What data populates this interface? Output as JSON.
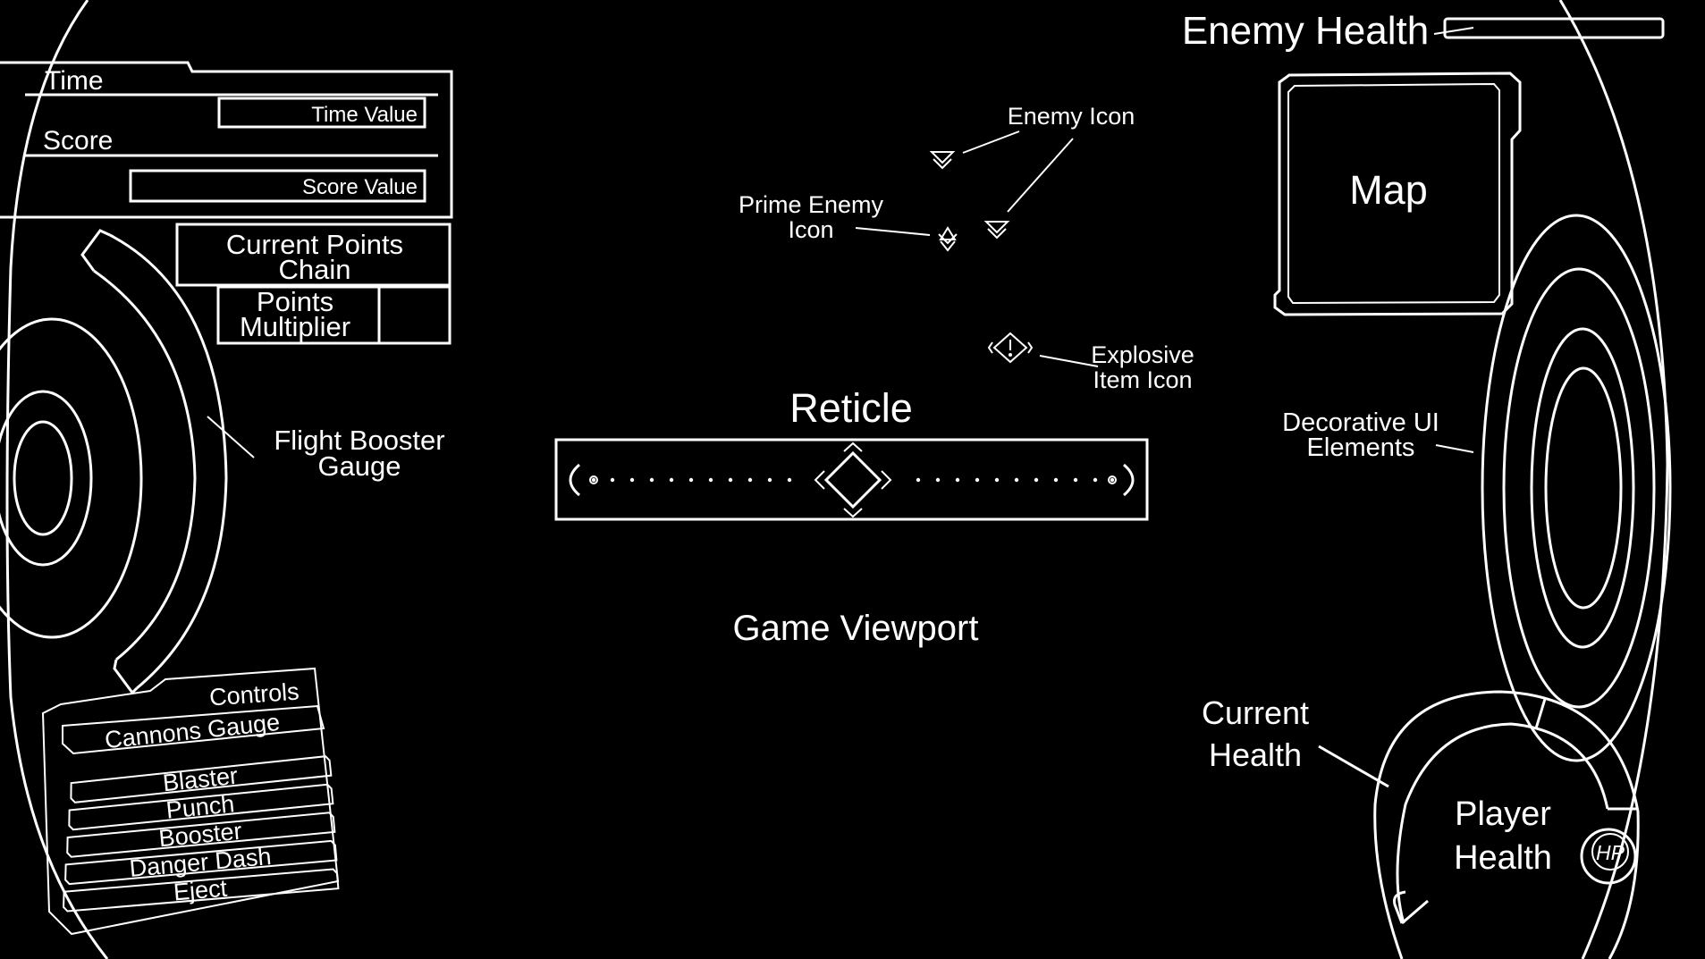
{
  "colors": {
    "background": "#000000",
    "line": "#ffffff",
    "text": "#ffffff"
  },
  "hud": {
    "time_label": "Time",
    "time_value": "Time Value",
    "score_label": "Score",
    "score_value": "Score Value",
    "current_points_chain": [
      "Current Points",
      "Chain"
    ],
    "points_multiplier": [
      "Points",
      "Multiplier"
    ]
  },
  "enemy_health": {
    "label": "Enemy Health"
  },
  "map": {
    "label": "Map"
  },
  "annotations": {
    "enemy_icon": "Enemy Icon",
    "prime_enemy_icon": [
      "Prime Enemy",
      "Icon"
    ],
    "explosive_item_icon": [
      "Explosive",
      "Item Icon"
    ],
    "flight_booster_gauge": [
      "Flight Booster",
      "Gauge"
    ],
    "decorative_ui": [
      "Decorative UI",
      "Elements"
    ],
    "current_health": [
      "Current",
      "Health"
    ]
  },
  "reticle": {
    "label": "Reticle"
  },
  "viewport": {
    "label": "Game Viewport"
  },
  "controls": {
    "title": "Controls",
    "cannons_gauge": "Cannons Gauge",
    "items": [
      "Blaster",
      "Punch",
      "Booster",
      "Danger Dash",
      "Eject"
    ]
  },
  "player_health": {
    "label": [
      "Player",
      "Health"
    ],
    "badge": "HP"
  },
  "icons": {
    "enemy": "chevron-down-icon",
    "prime_enemy": "arrow-down-icon",
    "explosive_item": "diamond-exclamation-icon",
    "reticle": "diamond-crosshair-icon",
    "hp": "hp-circle-icon"
  }
}
